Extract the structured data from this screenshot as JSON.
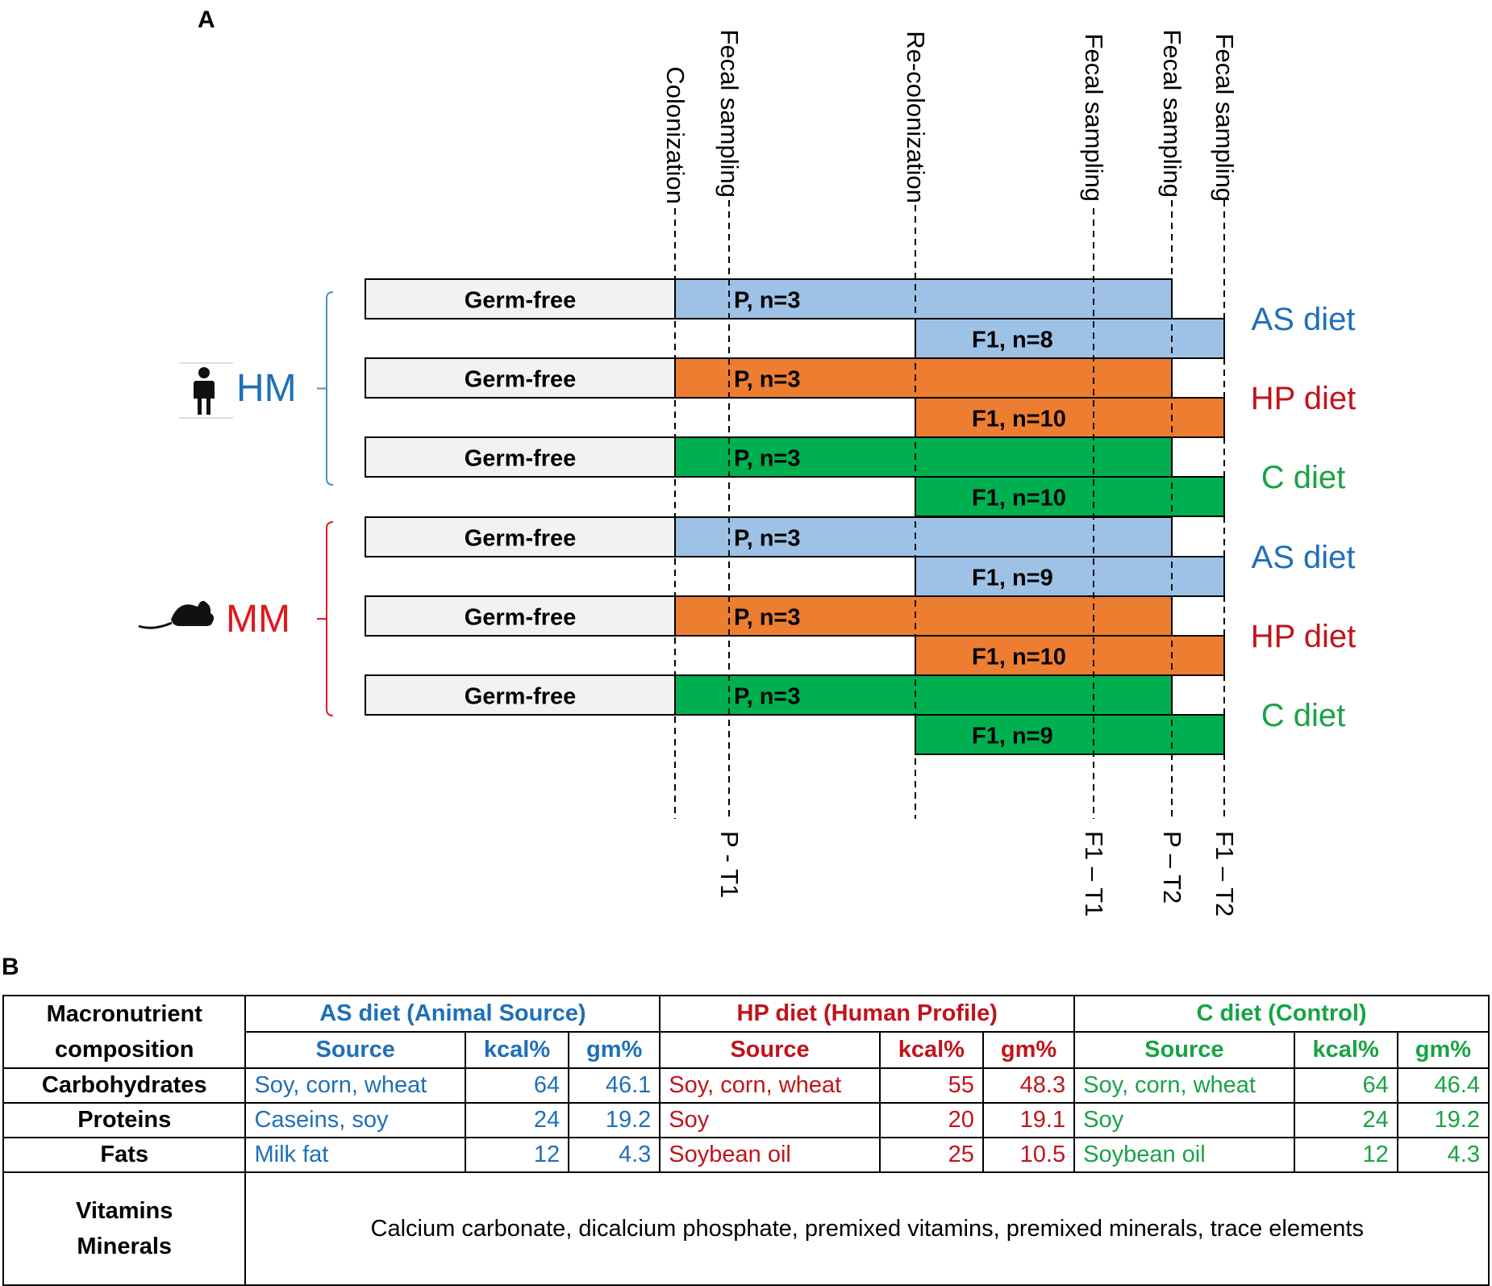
{
  "panel_a": {
    "label": "A",
    "timepoints": [
      {
        "key": "colonization",
        "top": "Colonization",
        "bottom": ""
      },
      {
        "key": "p_t1",
        "top": "Fecal sampling",
        "bottom": "P - T1"
      },
      {
        "key": "recolonization",
        "top": "Re-colonization",
        "bottom": ""
      },
      {
        "key": "f1_t1",
        "top": "Fecal sampling",
        "bottom": "F1 – T1"
      },
      {
        "key": "p_t2",
        "top": "Fecal sampling",
        "bottom": "P – T2"
      },
      {
        "key": "f1_t2",
        "top": "Fecal sampling",
        "bottom": "F1 – T2"
      }
    ],
    "groups": [
      {
        "name": "HM",
        "icon": "human-icon",
        "color": "#1f6fb8",
        "bracket_color": "#4a90c8"
      },
      {
        "name": "MM",
        "icon": "mouse-icon",
        "color": "#e0191f",
        "bracket_color": "#e0191f"
      }
    ],
    "germ_free_label": "Germ-free",
    "cohorts": [
      {
        "diet": "AS diet",
        "diet_color": "#1f6fb8",
        "fill": "#9ec2e6",
        "p_label": "P, n=3",
        "f1_label": "F1, n=8"
      },
      {
        "diet": "HP diet",
        "diet_color": "#c0141b",
        "fill": "#ed7d31",
        "p_label": "P, n=3",
        "f1_label": "F1, n=10"
      },
      {
        "diet": "C diet",
        "diet_color": "#18a345",
        "fill": "#00b050",
        "p_label": "P, n=3",
        "f1_label": "F1, n=10"
      },
      {
        "diet": "AS diet",
        "diet_color": "#1f6fb8",
        "fill": "#9ec2e6",
        "p_label": "P, n=3",
        "f1_label": "F1, n=9"
      },
      {
        "diet": "HP diet",
        "diet_color": "#c0141b",
        "fill": "#ed7d31",
        "p_label": "P, n=3",
        "f1_label": "F1, n=10"
      },
      {
        "diet": "C diet",
        "diet_color": "#18a345",
        "fill": "#00b050",
        "p_label": "P, n=3",
        "f1_label": "F1, n=9"
      }
    ]
  },
  "panel_b": {
    "label": "B",
    "corner_header": [
      "Macronutrient",
      "composition"
    ],
    "diets": [
      {
        "title": "AS diet (Animal Source)",
        "color": "#1f6fb8"
      },
      {
        "title": "HP diet (Human Profile)",
        "color": "#c0141b"
      },
      {
        "title": "C diet (Control)",
        "color": "#18a345"
      }
    ],
    "subheaders": {
      "source": "Source",
      "kcal": "kcal%",
      "gm": "gm%"
    },
    "rows": [
      {
        "nutrient": "Carbohydrates",
        "as": {
          "source": "Soy, corn, wheat",
          "kcal": "64",
          "gm": "46.1"
        },
        "hp": {
          "source": "Soy, corn, wheat",
          "kcal": "55",
          "gm": "48.3"
        },
        "c": {
          "source": "Soy, corn, wheat",
          "kcal": "64",
          "gm": "46.4"
        }
      },
      {
        "nutrient": "Proteins",
        "as": {
          "source": "Caseins, soy",
          "kcal": "24",
          "gm": "19.2"
        },
        "hp": {
          "source": "Soy",
          "kcal": "20",
          "gm": "19.1"
        },
        "c": {
          "source": "Soy",
          "kcal": "24",
          "gm": "19.2"
        }
      },
      {
        "nutrient": "Fats",
        "as": {
          "source": "Milk fat",
          "kcal": "12",
          "gm": "4.3"
        },
        "hp": {
          "source": "Soybean oil",
          "kcal": "25",
          "gm": "10.5"
        },
        "c": {
          "source": "Soybean oil",
          "kcal": "12",
          "gm": "4.3"
        }
      }
    ],
    "vitamins_label": [
      "Vitamins",
      "Minerals"
    ],
    "vitamins_text": "Calcium carbonate, dicalcium phosphate, premixed vitamins, premixed minerals, trace elements"
  }
}
